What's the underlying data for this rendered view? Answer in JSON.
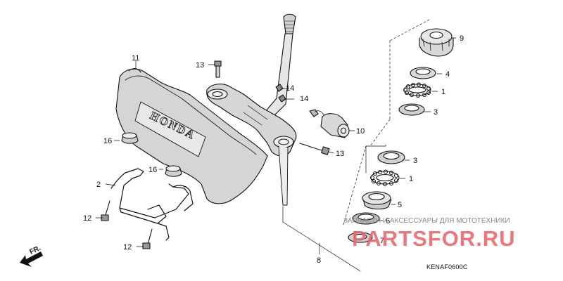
{
  "diagram": {
    "callouts": [
      {
        "id": "c11",
        "label": "11"
      },
      {
        "id": "c13a",
        "label": "13"
      },
      {
        "id": "c14a",
        "label": "14"
      },
      {
        "id": "c14b",
        "label": "14"
      },
      {
        "id": "c10",
        "label": "10"
      },
      {
        "id": "c13b",
        "label": "13"
      },
      {
        "id": "c16a",
        "label": "16"
      },
      {
        "id": "c16b",
        "label": "16"
      },
      {
        "id": "c2",
        "label": "2"
      },
      {
        "id": "c12a",
        "label": "12"
      },
      {
        "id": "c12b",
        "label": "12"
      },
      {
        "id": "c8",
        "label": "8"
      },
      {
        "id": "c9",
        "label": "9"
      },
      {
        "id": "c4",
        "label": "4"
      },
      {
        "id": "c1a",
        "label": "1"
      },
      {
        "id": "c3a",
        "label": "3"
      },
      {
        "id": "c3b",
        "label": "3"
      },
      {
        "id": "c1b",
        "label": "1"
      },
      {
        "id": "c5",
        "label": "5"
      },
      {
        "id": "c6",
        "label": "6"
      },
      {
        "id": "c7",
        "label": "7"
      }
    ],
    "emblem_text": "HONDA",
    "front_arrow_label": "FR.",
    "diagram_code": "KENAF0600C"
  },
  "watermark": {
    "tagline": "ЗАПЧАСТИ И АКСЕССУАРЫ ДЛЯ МОТОТЕХНИКИ",
    "brand": "PARTSFOR.RU",
    "color": "#e7666c"
  }
}
